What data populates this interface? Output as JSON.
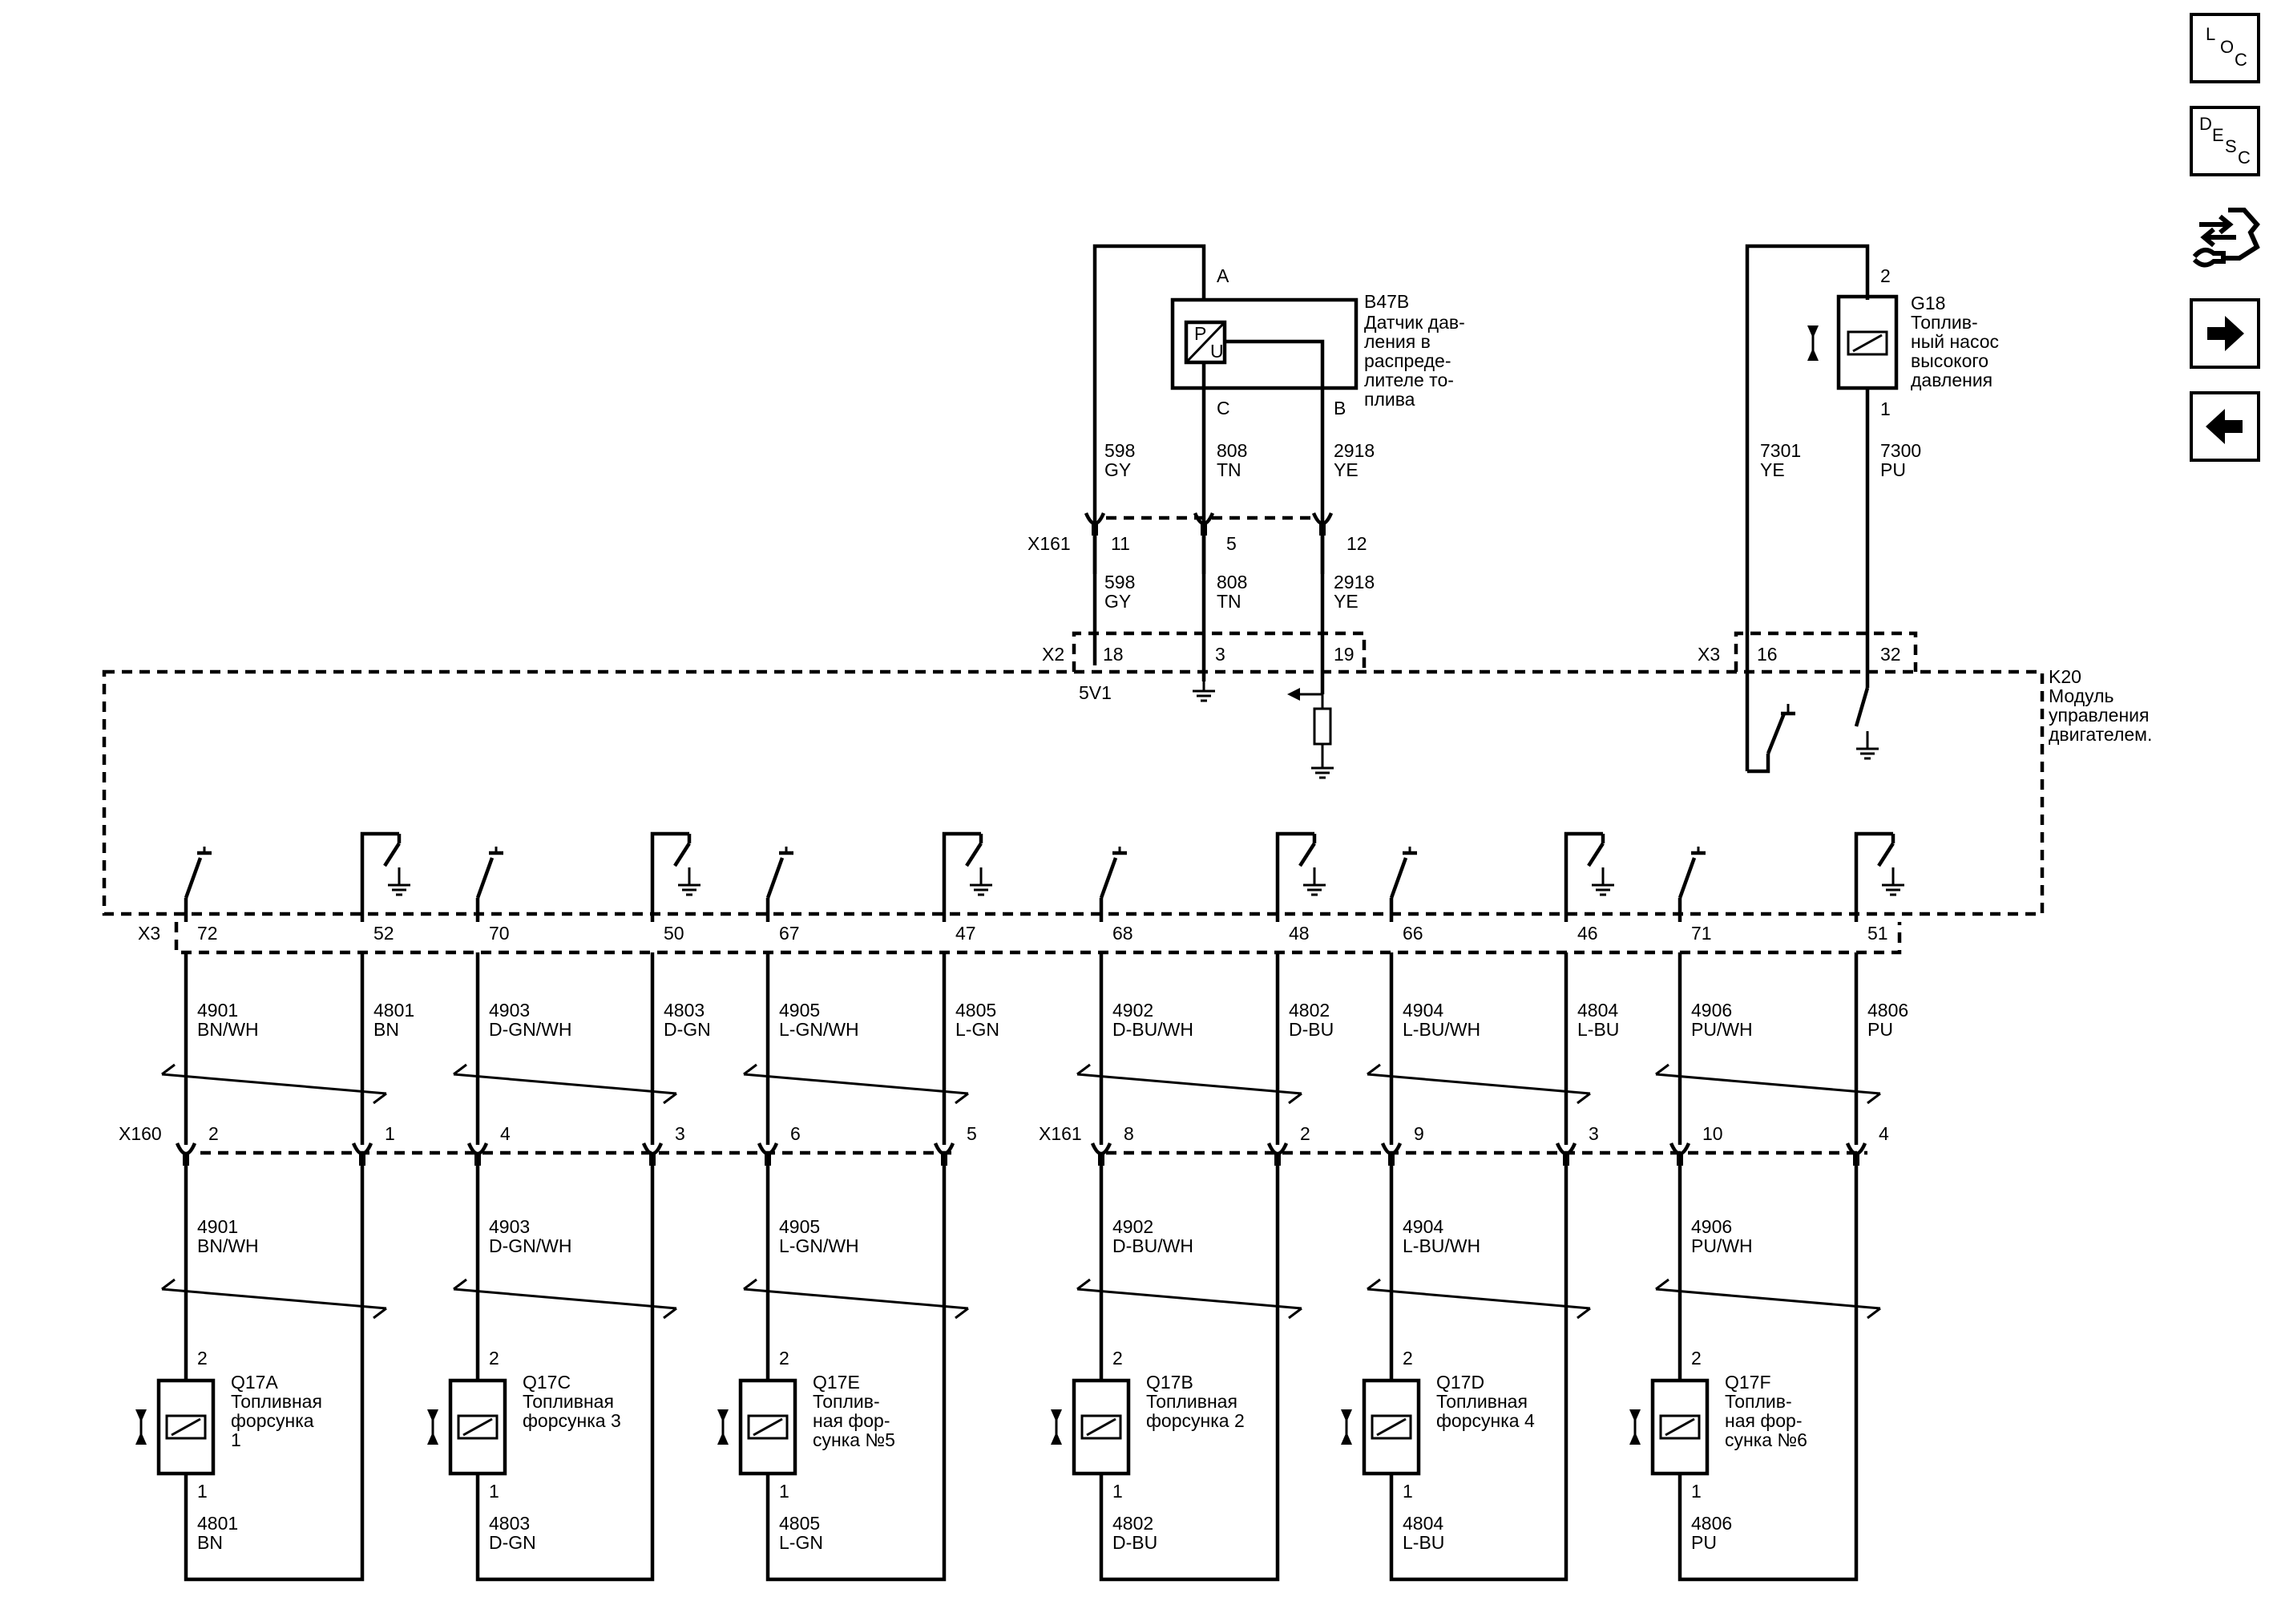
{
  "nav": {
    "loc": {
      "l1": "L",
      "l2": "O",
      "l3": "C"
    },
    "desc": {
      "l1": "D",
      "l2": "E",
      "l3": "S",
      "l4": "C"
    }
  },
  "sensor": {
    "id": "B47B",
    "desc": [
      "Датчик дав-",
      "ления в",
      "распреде-",
      "лителе то-",
      "плива"
    ],
    "pin_a": "A",
    "pin_b": "B",
    "pin_c": "C",
    "p": "P",
    "u": "U"
  },
  "pump": {
    "id": "G18",
    "desc": [
      "Топлив-",
      "ный насос",
      "высокого",
      "давления"
    ],
    "pin_top": "2",
    "pin_bot": "1"
  },
  "ecm": {
    "id": "K20",
    "desc": [
      "Модуль",
      "управления",
      "двигателем."
    ]
  },
  "upper": {
    "w1": {
      "num": "598",
      "col": "GY"
    },
    "w2": {
      "num": "808",
      "col": "TN"
    },
    "w3": {
      "num": "2918",
      "col": "YE"
    },
    "x161": {
      "name": "X161",
      "p1": "11",
      "p2": "5",
      "p3": "12"
    },
    "x2": {
      "name": "X2",
      "p1": "18",
      "p2": "3",
      "p3": "19"
    },
    "v5": "5V1",
    "w4": {
      "num": "7301",
      "col": "YE"
    },
    "w5": {
      "num": "7300",
      "col": "PU"
    },
    "x3": {
      "name": "X3",
      "p1": "16",
      "p2": "32"
    }
  },
  "lower": {
    "x3": "X3",
    "x160": "X160",
    "x161": "X161",
    "groups": [
      {
        "pos_pin": "72",
        "neg_pin": "52",
        "pos": {
          "num": "4901",
          "col": "BN/WH"
        },
        "neg": {
          "num": "4801",
          "col": "BN"
        },
        "pos_conn": "2",
        "neg_conn": "1",
        "inj": {
          "id": "Q17A",
          "desc": [
            "Топливная",
            "форсунка",
            "1"
          ]
        }
      },
      {
        "pos_pin": "70",
        "neg_pin": "50",
        "pos": {
          "num": "4903",
          "col": "D-GN/WH"
        },
        "neg": {
          "num": "4803",
          "col": "D-GN"
        },
        "pos_conn": "4",
        "neg_conn": "3",
        "inj": {
          "id": "Q17C",
          "desc": [
            "Топливная",
            "форсунка 3"
          ]
        }
      },
      {
        "pos_pin": "67",
        "neg_pin": "47",
        "pos": {
          "num": "4905",
          "col": "L-GN/WH"
        },
        "neg": {
          "num": "4805",
          "col": "L-GN"
        },
        "pos_conn": "6",
        "neg_conn": "5",
        "inj": {
          "id": "Q17E",
          "desc": [
            "Топлив-",
            "ная фор-",
            "сунка №5"
          ]
        }
      },
      {
        "pos_pin": "68",
        "neg_pin": "48",
        "pos": {
          "num": "4902",
          "col": "D-BU/WH"
        },
        "neg": {
          "num": "4802",
          "col": "D-BU"
        },
        "pos_conn": "8",
        "neg_conn": "2",
        "inj": {
          "id": "Q17B",
          "desc": [
            "Топливная",
            "форсунка 2"
          ]
        }
      },
      {
        "pos_pin": "66",
        "neg_pin": "46",
        "pos": {
          "num": "4904",
          "col": "L-BU/WH"
        },
        "neg": {
          "num": "4804",
          "col": "L-BU"
        },
        "pos_conn": "9",
        "neg_conn": "3",
        "inj": {
          "id": "Q17D",
          "desc": [
            "Топливная",
            "форсунка 4"
          ]
        }
      },
      {
        "pos_pin": "71",
        "neg_pin": "51",
        "pos": {
          "num": "4906",
          "col": "PU/WH"
        },
        "neg": {
          "num": "4806",
          "col": "PU"
        },
        "pos_conn": "10",
        "neg_conn": "4",
        "inj": {
          "id": "Q17F",
          "desc": [
            "Топлив-",
            "ная фор-",
            "сунка №6"
          ]
        }
      }
    ],
    "inj_pin_top": "2",
    "inj_pin_bot": "1"
  }
}
